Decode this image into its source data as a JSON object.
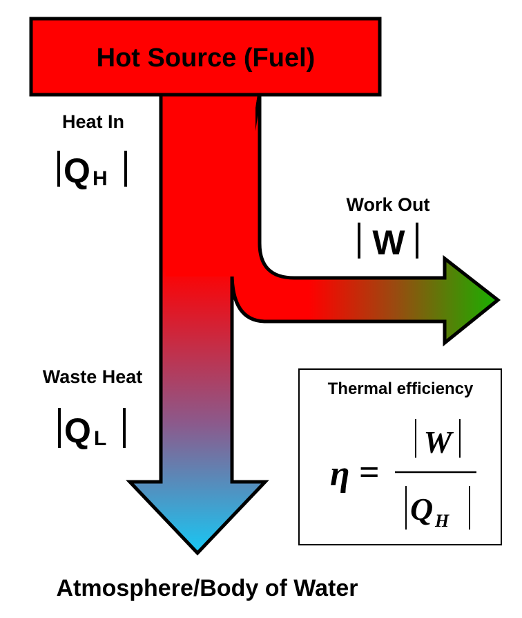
{
  "hot_source": {
    "label": "Hot Source (Fuel)"
  },
  "heat_in": {
    "label": "Heat In",
    "symbol": "Q",
    "subscript": "H"
  },
  "work_out": {
    "label": "Work Out",
    "symbol": "W"
  },
  "waste_heat": {
    "label": "Waste Heat",
    "symbol": "Q",
    "subscript": "L"
  },
  "sink": {
    "label": "Atmosphere/Body of Water"
  },
  "efficiency_box": {
    "title": "Thermal efficiency",
    "eta": "η",
    "equals": "=",
    "numerator": "W",
    "denominator": "Q",
    "denominator_subscript": "H"
  },
  "colors": {
    "hot": "#ff0000",
    "work_end": "#19b000",
    "cold": "#18c8f4",
    "outline": "#000000"
  }
}
